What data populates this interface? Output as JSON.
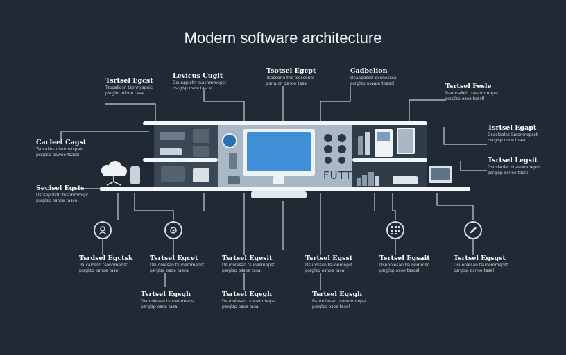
{
  "title": "Modern software architecture",
  "top_labels": [
    {
      "heading": "Tsrtsel Egcst",
      "sub1": "Tsocaliosn tsonnyspaic",
      "sub2": "psrgloc olnoe tasal"
    },
    {
      "heading": "Levicus Cuglt",
      "sub1": "Dsuopplstn tuasnmmepst",
      "sub2": "psrglsp osoe tascel"
    },
    {
      "heading": "Tsotsel Egcpt",
      "sub1": "Tsosconn thc tsosconel",
      "sub2": "psnglcn osnoe tasal"
    },
    {
      "heading": "Cadbelion",
      "sub1": "Dsaeposssl dsenosssal",
      "sub2": "psrglsp oowpe toascl"
    },
    {
      "heading": "Tsrtsel Fesle",
      "sub1": "Dsuocalieh tuasnmmppst",
      "sub2": "psrglsp osoe toastl"
    }
  ],
  "left_labels": [
    {
      "heading": "Cacleel Cagst",
      "sub1": "Tsocaliosn tsonnyspaic",
      "sub2": "psrglsp oowoe tsassl"
    },
    {
      "heading": "Secisel Egsts",
      "sub1": "Dsrsopplstn tusnnmmspt",
      "sub2": "psrglsp osnoe tascel"
    }
  ],
  "right_labels": [
    {
      "heading": "Tsrtsel Egapt",
      "sub1": "Dsoslaolec luosnmepsst",
      "sub2": "psrglsp osoe toastl"
    },
    {
      "heading": "Tsrtsel Legsit",
      "sub1": "Dsoslaolec tuasnmmepst",
      "sub2": "psrglsp osnoe tasal"
    }
  ],
  "bottom_labels_row1": [
    {
      "heading": "Tsrdsel Egctsk",
      "sub1": "Tsucalossn tsonnmepst",
      "sub2": "psrglsp osnoe tasel"
    },
    {
      "heading": "Tsrtsel Egcet",
      "sub1": "Dsuonlesan tsunemmepst",
      "sub2": "psrglsp osoe tascal"
    },
    {
      "heading": "Tsrtsel Egesit",
      "sub1": "Dsuonlesan tsunasmepst",
      "sub2": "psrglsp ossoe tasal"
    },
    {
      "heading": "Tsrtsel Egsst",
      "sub1": "Dsuodlssn tsunnmepst",
      "sub2": "psrglsp osnoe tasal"
    },
    {
      "heading": "Tsrtsel Egsait",
      "sub1": "Dsuonlesan tsunnmmsn",
      "sub2": "psrglsp osoe tascal"
    },
    {
      "heading": "Tsrtsel Egsgst",
      "sub1": "Dsuonlesan tsunemmepst",
      "sub2": "psrglsp osnoe tasel"
    }
  ],
  "bottom_labels_row2": [
    {
      "heading": "Tsrtsel Egsgh",
      "sub1": "Dsuonlesan tsunemmepst",
      "sub2": "psrglsp osoe tasal"
    },
    {
      "heading": "Tsrtsel Egsgh",
      "sub1": "Dsuonlesan tsunemmepst",
      "sub2": "psrglsp osoe tasal"
    },
    {
      "heading": "Tsrtsel Egsgh",
      "sub1": "Dsuonlesan tsunemmepst",
      "sub2": "psrglsp osoe tasal"
    }
  ],
  "panel_text": "FUTT",
  "icons": [
    "user-icon",
    "gear-icon",
    "grid-icon",
    "pen-icon"
  ],
  "colors": {
    "background": "#1f2a35",
    "shelf": "#f3f6f8",
    "panel": "#9fb0bf",
    "screen": "#3f8fd6",
    "line": "#c7d0d8"
  }
}
